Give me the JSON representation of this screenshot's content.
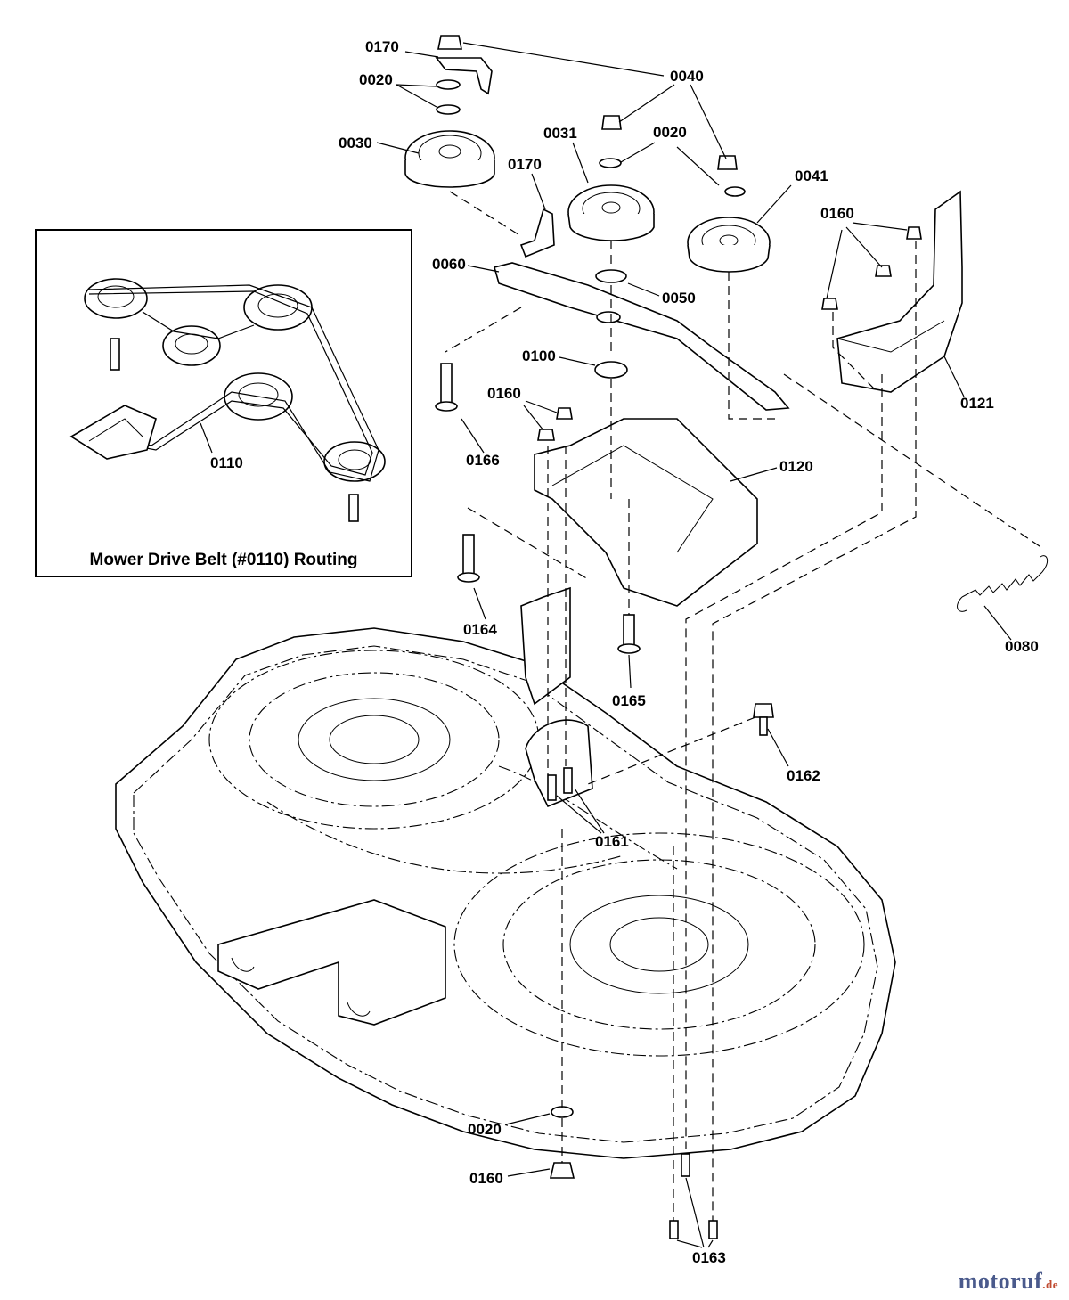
{
  "inset": {
    "caption": "Mower Drive Belt (#0110) Routing",
    "belt_label": "0110"
  },
  "labels": {
    "l0170a": "0170",
    "l0020a": "0020",
    "l0030": "0030",
    "l0040": "0040",
    "l0031": "0031",
    "l0020b": "0020",
    "l0170b": "0170",
    "l0041": "0041",
    "l0160a": "0160",
    "l0060": "0060",
    "l0050": "0050",
    "l0100": "0100",
    "l0160b": "0160",
    "l0121": "0121",
    "l0166": "0166",
    "l0120": "0120",
    "l0164": "0164",
    "l0080": "0080",
    "l0165": "0165",
    "l0162": "0162",
    "l0161": "0161",
    "l0020c": "0020",
    "l0160c": "0160",
    "l0163": "0163"
  },
  "watermark": {
    "text": "motoruf",
    "suffix": ".de"
  }
}
